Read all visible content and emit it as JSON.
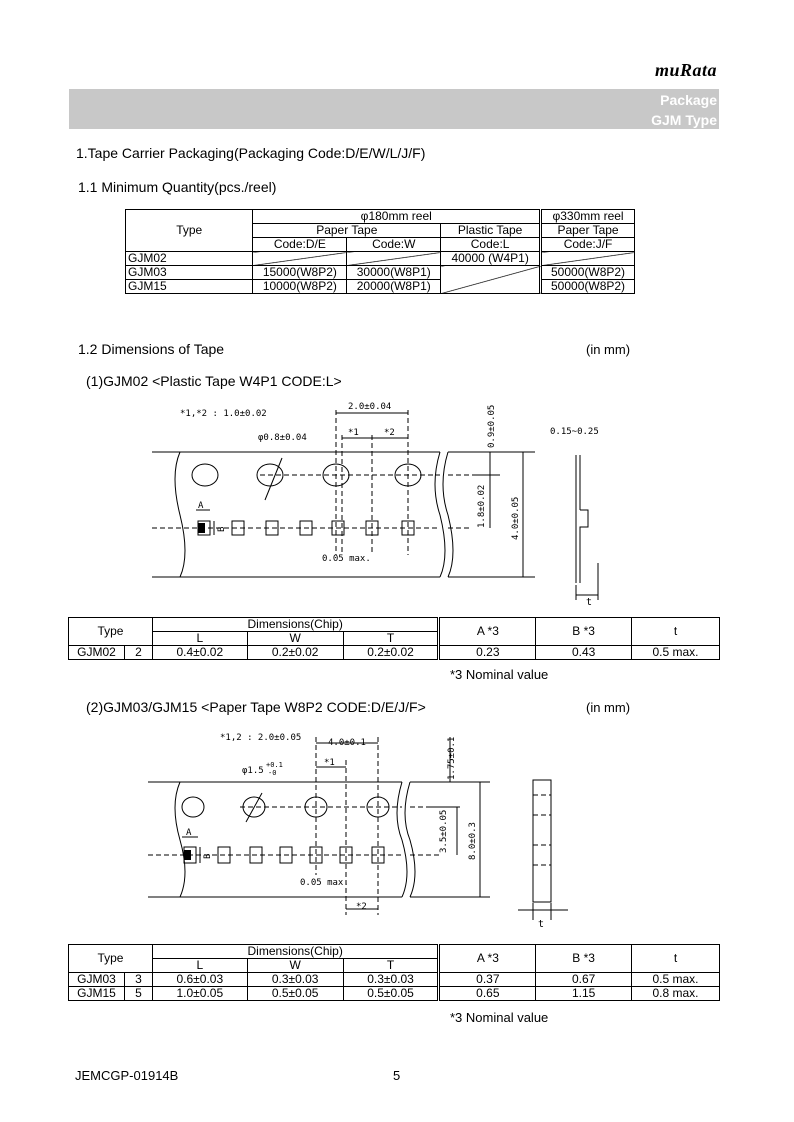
{
  "header": {
    "logo": "muRata",
    "title1": "Package",
    "title2": "GJM Type"
  },
  "section1": "1.Tape Carrier Packaging(Packaging Code:D/E/W/L/J/F)",
  "section11": "1.1 Minimum Quantity(pcs./reel)",
  "qty_table": {
    "type": "Type",
    "reel180": "φ180mm reel",
    "reel330": "φ330mm reel",
    "paper": "Paper Tape",
    "plastic": "Plastic Tape",
    "paper330": "Paper Tape",
    "code_de": "Code:D/E",
    "code_w": "Code:W",
    "code_l": "Code:L",
    "code_jf": "Code:J/F",
    "rows": [
      {
        "type": "GJM02",
        "de": "",
        "w": "",
        "l": "40000 (W4P1)",
        "jf": ""
      },
      {
        "type": "GJM03",
        "de": "15000(W8P2)",
        "w": "30000(W8P1)",
        "l": "",
        "jf": "50000(W8P2)"
      },
      {
        "type": "GJM15",
        "de": "10000(W8P2)",
        "w": "20000(W8P1)",
        "l": "",
        "jf": "50000(W8P2)"
      }
    ]
  },
  "section12": "1.2 Dimensions of Tape",
  "in_mm": "(in mm)",
  "sub1": "(1)GJM02 <Plastic Tape W4P1 CODE:L>",
  "d1": {
    "note": "*1,*2 : 1.0±0.02",
    "pitch": "2.0±0.04",
    "hole": "φ0.8±0.04",
    "s1": "*1",
    "s2": "*2",
    "v1": "0.9±0.05",
    "v2": "1.8±0.02",
    "v3": "4.0±0.05",
    "thick": "0.15~0.25",
    "max": "0.05 max.",
    "a": "A",
    "b": "B",
    "t": "t"
  },
  "dim_table1": {
    "type": "Type",
    "dims": "Dimensions(Chip)",
    "L": "L",
    "W": "W",
    "T": "T",
    "A": "A *3",
    "B": "B *3",
    "t": "t",
    "rows": [
      {
        "type": "GJM02",
        "code": "2",
        "L": "0.4±0.02",
        "W": "0.2±0.02",
        "T": "0.2±0.02",
        "A": "0.23",
        "B": "0.43",
        "t": "0.5 max."
      }
    ],
    "nominal": "*3 Nominal value"
  },
  "sub2": "(2)GJM03/GJM15 <Paper Tape W8P2 CODE:D/E/J/F>",
  "d2": {
    "note": "*1,2 : 2.0±0.05",
    "pitch": "4.0±0.1",
    "hole": "φ1.5",
    "tol_up": "+0.1",
    "tol_dn": "-0",
    "s1": "*1",
    "s2": "*2",
    "v1": "1.75±0.1",
    "v2": "3.5±0.05",
    "v3": "8.0±0.3",
    "max": "0.05 max.",
    "a": "A",
    "b": "B",
    "t": "t"
  },
  "dim_table2": {
    "type": "Type",
    "dims": "Dimensions(Chip)",
    "L": "L",
    "W": "W",
    "T": "T",
    "A": "A *3",
    "B": "B *3",
    "t": "t",
    "rows": [
      {
        "type": "GJM03",
        "code": "3",
        "L": "0.6±0.03",
        "W": "0.3±0.03",
        "T": "0.3±0.03",
        "A": "0.37",
        "B": "0.67",
        "t": "0.5 max."
      },
      {
        "type": "GJM15",
        "code": "5",
        "L": "1.0±0.05",
        "W": "0.5±0.05",
        "T": "0.5±0.05",
        "A": "0.65",
        "B": "1.15",
        "t": "0.8 max."
      }
    ],
    "nominal": "*3 Nominal value"
  },
  "footer": {
    "doc": "JEMCGP-01914B",
    "page": "5"
  }
}
